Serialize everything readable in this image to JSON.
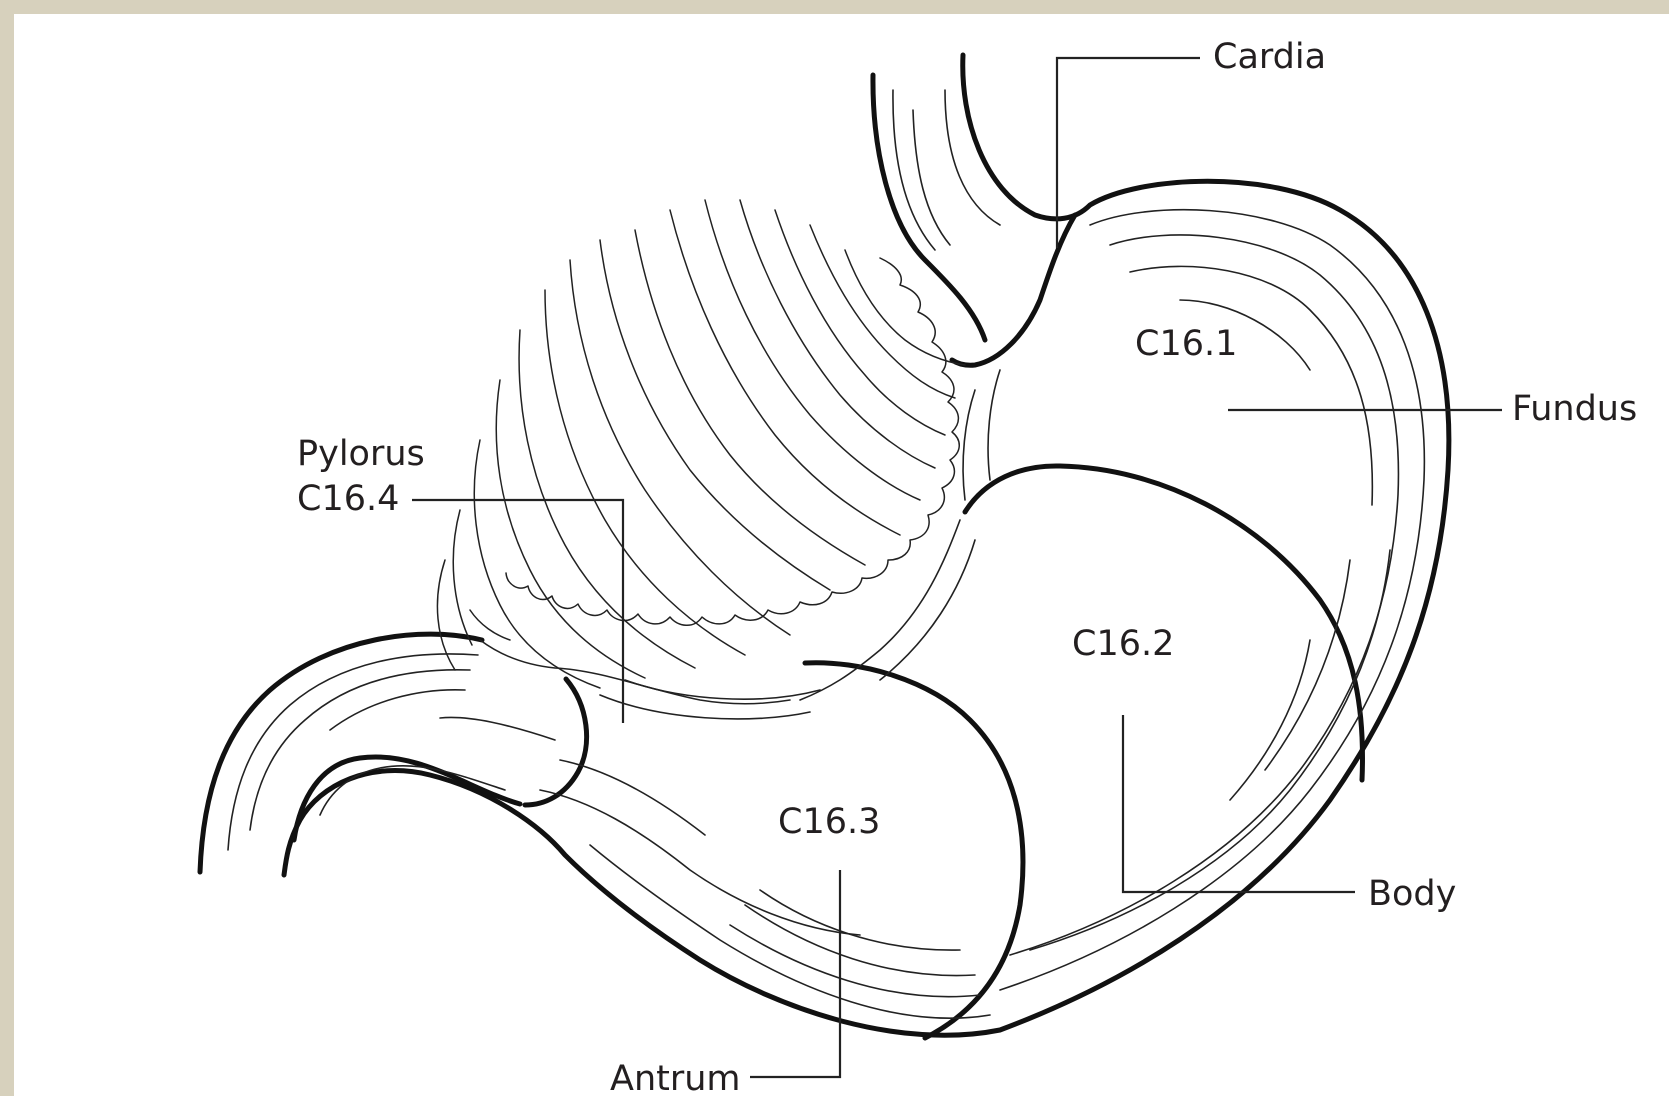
{
  "labels": {
    "cardia": "Cardia",
    "fundus": "Fundus",
    "pylorus": "Pylorus",
    "pylorus_code": "C16.4",
    "body": "Body",
    "antrum": "Antrum",
    "c161": "C16.1",
    "c162": "C16.2",
    "c163": "C16.3"
  }
}
